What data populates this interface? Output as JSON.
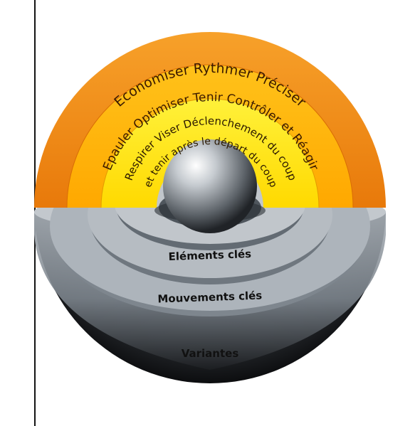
{
  "colors": {
    "outer_ring": "#f08a12",
    "middle_ring": "#ffb000",
    "inner_ring": "#ffe300",
    "base_grey": "#c7ccd1",
    "shadow": "#222222"
  },
  "rings": {
    "outer": [
      "Economiser",
      "Rythmer",
      "Préciser"
    ],
    "middle": [
      "Epauler",
      "Optimiser",
      "Tenir",
      "Contrôler et Réagir"
    ],
    "inner_line1": [
      "Respirer",
      "Viser",
      "Déclenchement du coup"
    ],
    "inner_line2": "et tenir après le départ du coup"
  },
  "levels": {
    "level1": "Eléments clés",
    "level2": "Mouvements clés",
    "level3": "Variantes"
  }
}
